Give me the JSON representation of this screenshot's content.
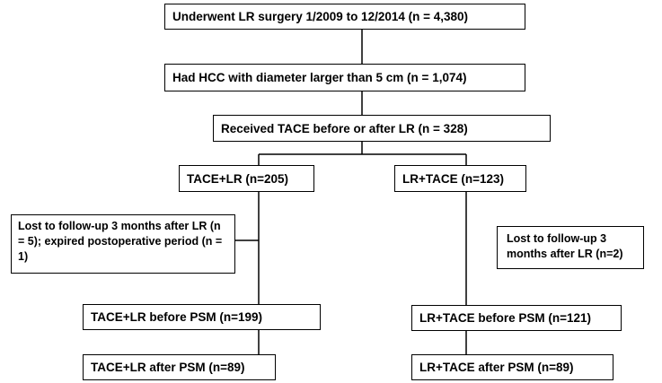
{
  "flowchart": {
    "nodes": {
      "underwent": "Underwent LR surgery 1/2009 to 12/2014 (n = 4,380)",
      "hcc": "Had HCC with diameter larger than 5 cm (n = 1,074)",
      "received_tace": "Received TACE before or after LR (n = 328)",
      "tace_lr": "TACE+LR (n=205)",
      "lr_tace": "LR+TACE (n=123)",
      "lost_left": "Lost to follow-up 3 months after LR (n = 5); expired postoperative period (n = 1)",
      "lost_right": "Lost to follow-up 3 months after LR (n=2)",
      "tace_lr_before": "TACE+LR before PSM (n=199)",
      "lr_tace_before": "LR+TACE before PSM (n=121)",
      "tace_lr_after": "TACE+LR after PSM (n=89)",
      "lr_tace_after": "LR+TACE after PSM (n=89)"
    },
    "line_color": "#000000"
  }
}
